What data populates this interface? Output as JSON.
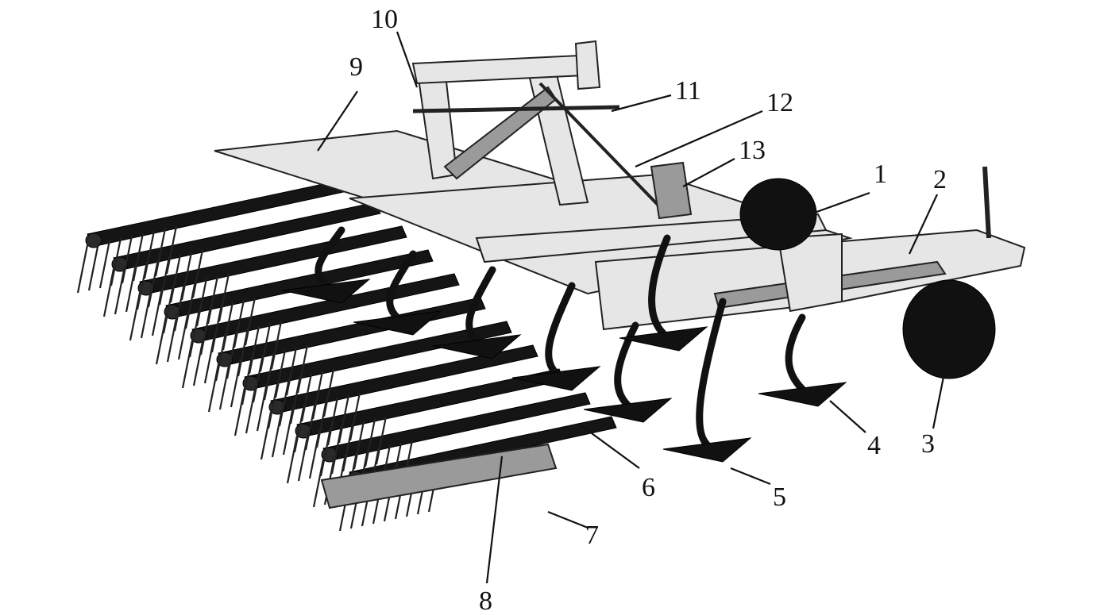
{
  "figure": {
    "labels": [
      {
        "id": "1",
        "text": "1"
      },
      {
        "id": "2",
        "text": "2"
      },
      {
        "id": "3",
        "text": "3"
      },
      {
        "id": "4",
        "text": "4"
      },
      {
        "id": "5",
        "text": "5"
      },
      {
        "id": "6",
        "text": "6"
      },
      {
        "id": "7",
        "text": "7"
      },
      {
        "id": "8",
        "text": "8"
      },
      {
        "id": "9",
        "text": "9"
      },
      {
        "id": "10",
        "text": "10"
      },
      {
        "id": "11",
        "text": "11"
      },
      {
        "id": "12",
        "text": "12"
      },
      {
        "id": "13",
        "text": "13"
      }
    ]
  },
  "colors": {
    "ink": "#111111",
    "frame": "#e6e6e6",
    "frame_shadow": "#9a9a9a",
    "background": "#ffffff"
  }
}
